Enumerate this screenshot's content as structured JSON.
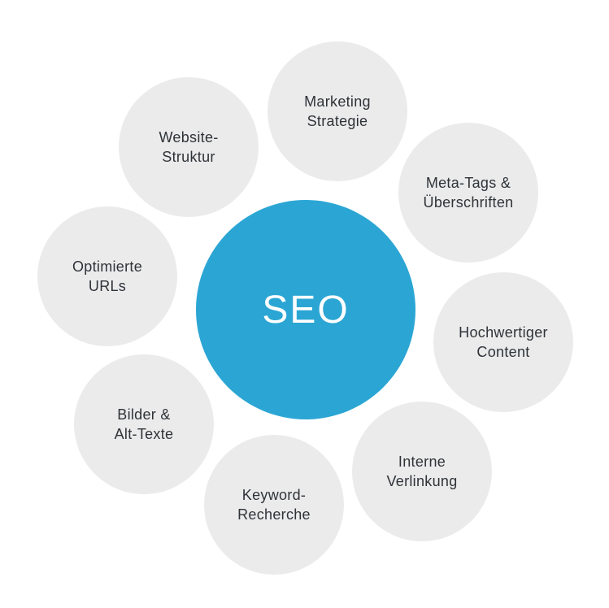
{
  "center": {
    "label": "SEO"
  },
  "nodes": [
    {
      "lines": [
        "Marketing",
        "Strategie"
      ]
    },
    {
      "lines": [
        "Meta-Tags &",
        "Überschriften"
      ]
    },
    {
      "lines": [
        "Hochwertiger",
        "Content"
      ]
    },
    {
      "lines": [
        "Interne",
        "Verlinkung"
      ]
    },
    {
      "lines": [
        "Keyword-",
        "Recherche"
      ]
    },
    {
      "lines": [
        "Bilder &",
        "Alt-Texte"
      ]
    },
    {
      "lines": [
        "Optimierte",
        "URLs"
      ]
    },
    {
      "lines": [
        "Website-",
        "Struktur"
      ]
    }
  ],
  "colors": {
    "center": "#2ba6d4",
    "node": "#ebebec",
    "text": "#2f3337"
  }
}
